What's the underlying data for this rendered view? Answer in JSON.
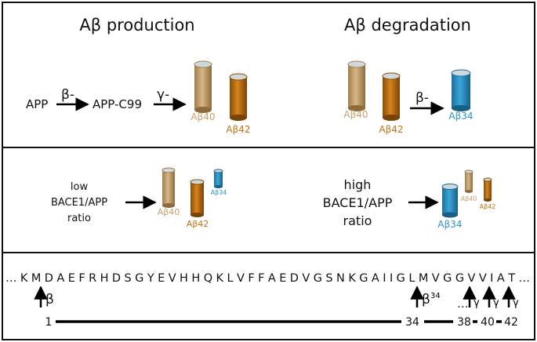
{
  "panel_top": {
    "left_title": "Aβ production",
    "right_title": "Aβ degradation",
    "app": "APP",
    "beta_enzyme": "β-",
    "app_c99": "APP-C99",
    "gamma_enzyme": "γ-",
    "ab40": "Aβ40",
    "ab42": "Aβ42",
    "degr_ab40": "Aβ40",
    "degr_ab42": "Aβ42",
    "degr_enzyme": "β-",
    "ab34": "Aβ34"
  },
  "panel_mid": {
    "low_line1": "low",
    "low_line2": "BACE1/APP",
    "low_line3": "ratio",
    "low_ab40": "Aβ40",
    "low_ab42": "Aβ42",
    "low_ab34": "Aβ34",
    "high_line1": "high",
    "high_line2": "BACE1/APP",
    "high_line3": "ratio",
    "high_ab34": "Aβ34",
    "high_ab40": "Aβ40",
    "high_ab42": "Aβ42"
  },
  "panel_bottom": {
    "sequence": "… K M D A E F R H D S G Y E V H H Q K L V F F A E D V G S N K G A I I G L M V G G V V I A T …",
    "site_beta": "β",
    "site_beta34": "β",
    "site_beta34_sup": "34",
    "trail_dots": "…",
    "gamma1": "γ",
    "gamma2": "γ",
    "gamma3": "γ",
    "pos1": "1",
    "pos34": "34",
    "pos38": "38",
    "pos40": "40",
    "pos42": "42"
  },
  "colors": {
    "ab40": "#c9a26a",
    "ab42": "#c0720f",
    "ab34": "#2e93c6"
  }
}
